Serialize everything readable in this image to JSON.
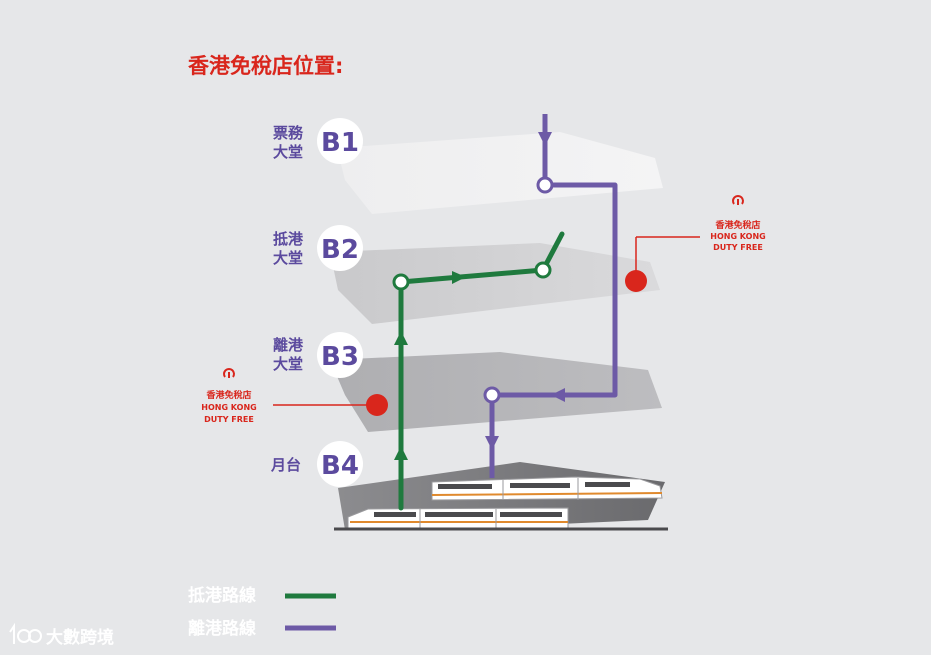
{
  "title": "香港免稅店位置:",
  "levels": [
    {
      "code": "B1",
      "name_line1": "票務",
      "name_line2": "大堂"
    },
    {
      "code": "B2",
      "name_line1": "抵港",
      "name_line2": "大堂"
    },
    {
      "code": "B3",
      "name_line1": "離港",
      "name_line2": "大堂"
    },
    {
      "code": "B4",
      "name_line1": "月台",
      "name_line2": ""
    }
  ],
  "shops": [
    {
      "name": "香港免稅店",
      "name_en": "HONG KONG",
      "name_en2": "DUTY FREE"
    },
    {
      "name": "香港免稅店",
      "name_en": "HONG KONG",
      "name_en2": "DUTY FREE"
    }
  ],
  "legend": [
    {
      "label": "抵港路線",
      "color": "#1f7a3e"
    },
    {
      "label": "離港路線",
      "color": "#6d5aa6"
    }
  ],
  "watermark": {
    "text": "大數跨境"
  },
  "colors": {
    "arrival": "#1f7a3e",
    "departure": "#6d5aa6",
    "accent": "#d9261c",
    "level_text": "#5b4a9e"
  }
}
